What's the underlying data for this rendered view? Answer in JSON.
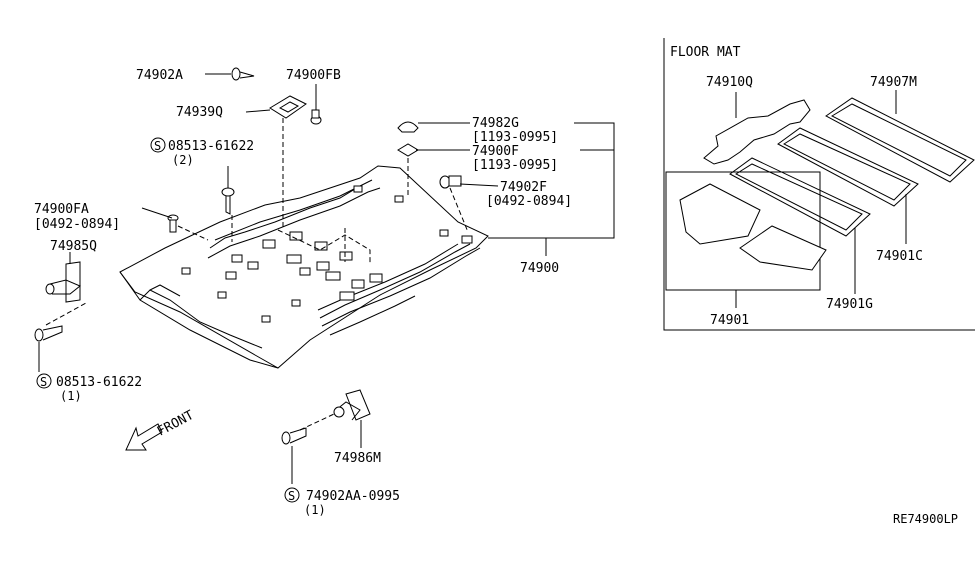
{
  "diagram": {
    "labels": {
      "p74902A": "74902A",
      "p74900FB": "74900FB",
      "p74939Q": "74939Q",
      "s08513_top": "08513-61622",
      "s08513_top_qty": "(2)",
      "p74982G": "74982G",
      "p74982G_range": "[1193-0995]",
      "p74900F": "74900F",
      "p74900F_range": "[1193-0995]",
      "p74902F": "74902F",
      "p74902F_range": "[0492-0894]",
      "p74900FA": "74900FA",
      "p74900FA_range": "[0492-0894]",
      "p74985Q": "74985Q",
      "p74900": "74900",
      "s08513_bottom": "08513-61622",
      "s08513_bottom_qty": "(1)",
      "front": "FRONT",
      "p74986M": "74986M",
      "s74902AA": "74902AA-0995",
      "s74902AA_qty": "(1)",
      "s_symbol": "S",
      "floor_mat_title": "FLOOR MAT",
      "p74910Q": "74910Q",
      "p74907M": "74907M",
      "p74901C": "74901C",
      "p74901G": "74901G",
      "p74901": "74901",
      "ref_code": "RE74900LP"
    }
  }
}
